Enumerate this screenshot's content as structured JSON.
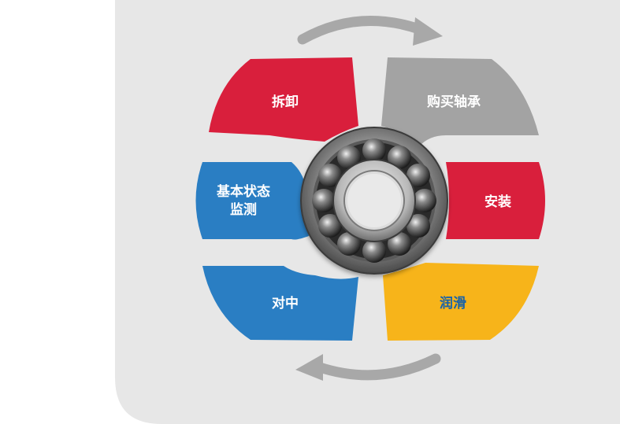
{
  "diagram": {
    "segments": [
      {
        "id": "disassembly",
        "label": "拆卸",
        "color": "#d91f3c",
        "text_color": "#ffffff"
      },
      {
        "id": "purchase",
        "label": "购买轴承",
        "color": "#a3a3a3",
        "text_color": "#ffffff"
      },
      {
        "id": "install",
        "label": "安装",
        "color": "#d91f3c",
        "text_color": "#ffffff"
      },
      {
        "id": "lubrication",
        "label": "润滑",
        "color": "#f7b41a",
        "text_color": "#1a63a8"
      },
      {
        "id": "alignment",
        "label": "对中",
        "color": "#2a7ec3",
        "text_color": "#ffffff"
      },
      {
        "id": "monitoring",
        "label_line1": "基本状态",
        "label_line2": "监测",
        "color": "#2a7ec3",
        "text_color": "#ffffff"
      }
    ],
    "center": {
      "name": "bearing-illustration"
    },
    "cycle_arrows": {
      "color": "#a8a8a8"
    }
  }
}
